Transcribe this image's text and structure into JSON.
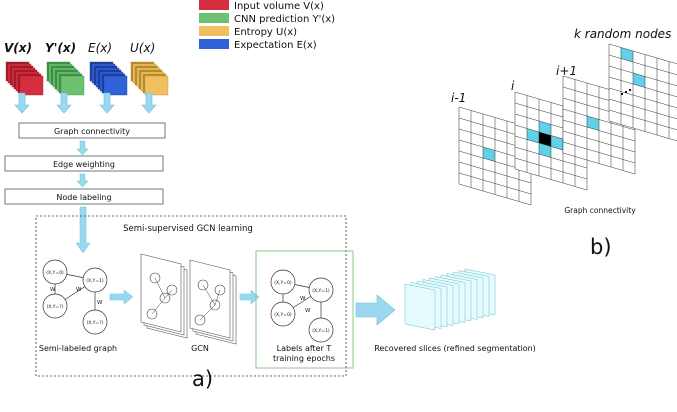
{
  "legend": [
    {
      "label": "Input volume V(x)",
      "color": "#d42e3f"
    },
    {
      "label": "CNN prediction Y'(x)",
      "color": "#6cc070"
    },
    {
      "label": "Entropy U(x)",
      "color": "#f0c060"
    },
    {
      "label": "Expectation E(x)",
      "color": "#2f62d9"
    }
  ],
  "volumes": [
    {
      "label": "V(x)",
      "color": "#d42e3f",
      "dark": "#a01d2c"
    },
    {
      "label": "Y'(x)",
      "color": "#6cc070",
      "dark": "#3f8f46"
    },
    {
      "label": "E(x)",
      "color": "#2f62d9",
      "dark": "#1e3f99"
    },
    {
      "label": "U(x)",
      "color": "#f0c060",
      "dark": "#b88a2e"
    }
  ],
  "pipeline": {
    "step1": "Graph connectivity",
    "step2": "Edge weighting",
    "step3": "Node labeling"
  },
  "gcn": {
    "title": "Semi-supervised GCN learning",
    "semi_graph_label": "Semi-labeled graph",
    "gcn_label": "GCN",
    "labels_after_line1": "Labels after T",
    "labels_after_line2": "training epochs",
    "recovered_label": "Recovered slices (refined segmentation)",
    "edge_w": "W",
    "nodes_left": [
      "(X,Y=0)",
      "(X,Y=1)",
      "(X,Y=?)",
      "(X,Y=?)"
    ],
    "nodes_right": [
      "(X,Y=0)",
      "(X,Y=1)",
      "(X,Y=0)",
      "(X,Y=1)"
    ]
  },
  "panel_a_label": "a)",
  "panel_b": {
    "title": "k random nodes",
    "slices": [
      "i-1",
      "i",
      "i+1"
    ],
    "caption": "Graph connectivity",
    "label": "b)"
  },
  "colors": {
    "arrow": "#9ad8f0",
    "arrow_stroke": "#6cc0e0",
    "cyan_cell": "#5fd2e8",
    "green_box": "#7dc47d"
  }
}
